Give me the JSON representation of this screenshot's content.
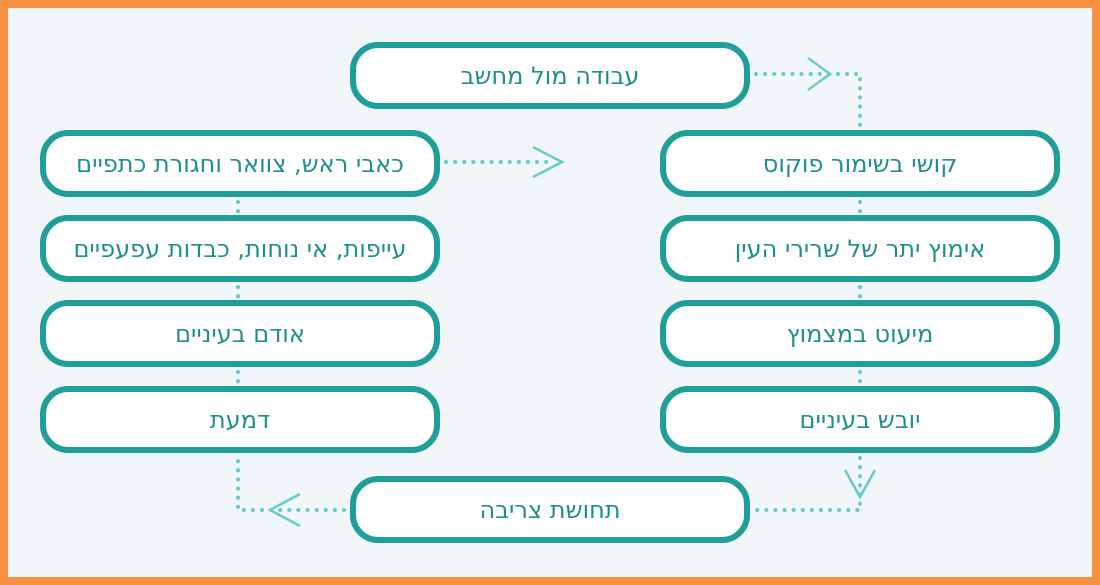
{
  "diagram": {
    "start": "עבודה מול מחשב",
    "right_column": [
      "קושי בשימור פוקוס",
      "אימוץ יתר של שרירי העין",
      "מיעוט במצמוץ",
      "יובש בעיניים"
    ],
    "bottom": "תחושת צריבה",
    "left_column": [
      "כאבי ראש, צוואר וחגורת כתפיים",
      "עייפות, אי נוחות, כבדות עפעפיים",
      "אודם בעיניים",
      "דמעת"
    ]
  },
  "colors": {
    "frame": "#f9903f",
    "background": "#f1f7f9",
    "box_border": "#1f9e9a",
    "connector": "#6cc9c9",
    "text": "#1f8f8c"
  }
}
